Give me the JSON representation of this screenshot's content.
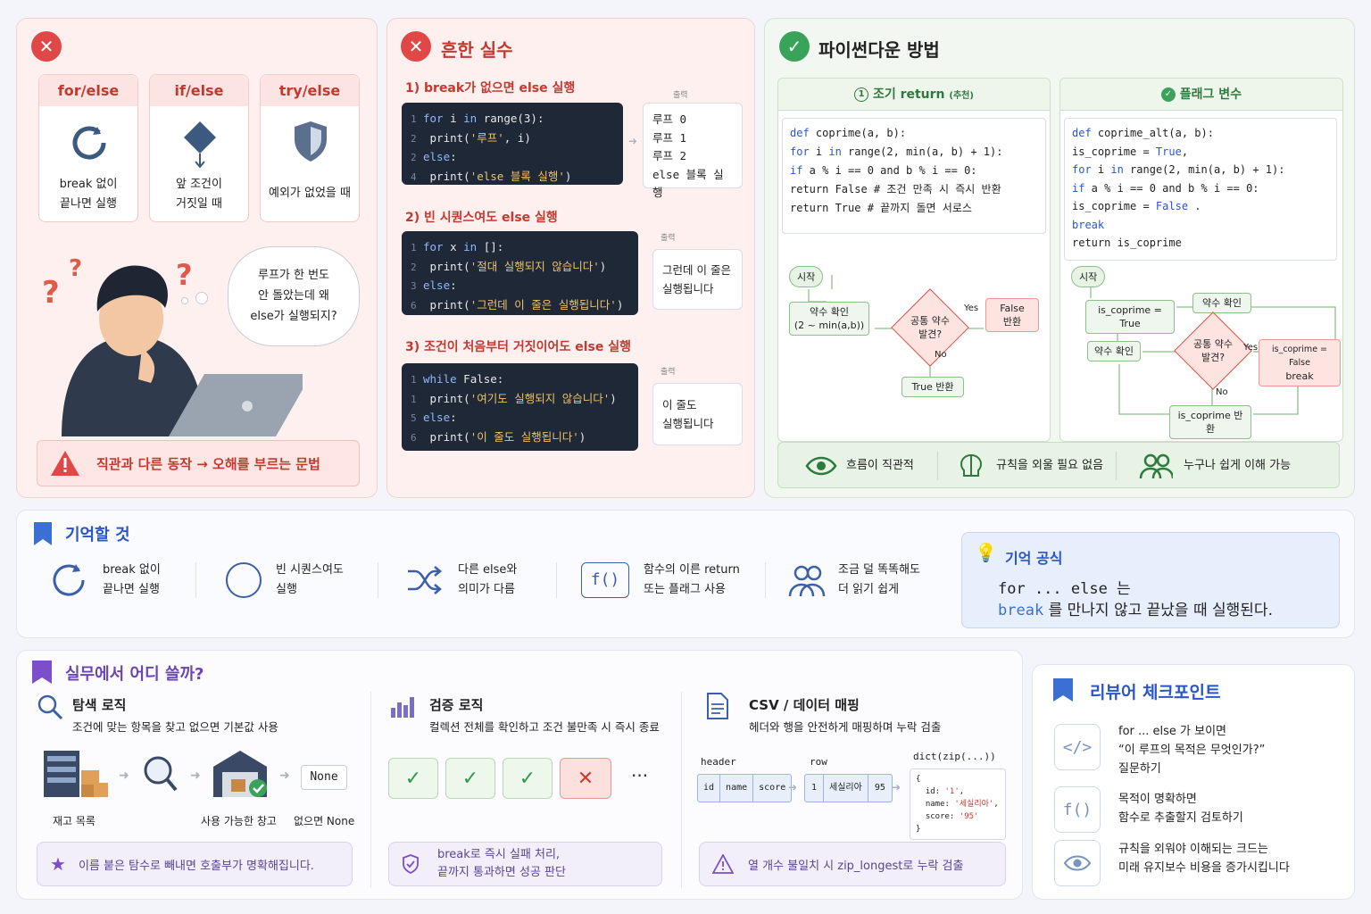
{
  "panel1": {
    "cards": [
      {
        "title": "for/else",
        "line1": "break 없이",
        "line2": "끝나면 실행"
      },
      {
        "title": "if/else",
        "line1": "앞 조건이",
        "line2": "거짓일 때"
      },
      {
        "title": "try/else",
        "line1": "예외가 없었을 때",
        "line2": ""
      }
    ],
    "bubble": [
      "루프가 한 번도",
      "안 돌았는데 왜",
      "else가 실행되지?"
    ],
    "warning": "직관과 다른 동작 → 오해를 부르는 문법"
  },
  "panel2": {
    "title": "흔한 실수",
    "ex1": {
      "heading": "1) break가 없으면 else 실행",
      "output_label": "출력",
      "output": [
        "루프 0",
        "루프 1",
        "루프 2",
        "else 블록 실행"
      ]
    },
    "ex2": {
      "heading": "2) 빈 시퀀스여도 else 실행",
      "output_label": "출력",
      "output": [
        "그런데 이 줄은",
        "실행됩니다"
      ]
    },
    "ex3": {
      "heading": "3) 조건이 처음부터 거짓이어도 else 실행",
      "output_label": "출력",
      "output": [
        "이 줄도",
        "실행됩니다"
      ]
    }
  },
  "panel3": {
    "title": "파이썬다운 방법",
    "left_title": "조기 return",
    "left_tag": "(추천)",
    "right_title": "플래그 변수",
    "left_flow": {
      "start": "시작",
      "check": "약수 확인",
      "range": "(2 ~ min(a,b))",
      "decision": "공통 약수",
      "decision2": "발견?",
      "yes": "Yes",
      "no": "No",
      "false_ret": "False",
      "false_ret2": "반환",
      "true_ret": "True 반환"
    },
    "right_flow": {
      "start": "시작",
      "init": "is_coprime = True",
      "check1": "약수 확인",
      "check2": "약수 확인",
      "decision": "공통 약수",
      "decision2": "발견?",
      "yes": "Yes",
      "no": "No",
      "set": "is_coprime = False",
      "brk": "break",
      "ret": "is_coprime 반환"
    },
    "benefits": [
      "흐름이 직관적",
      "규칙을 외울 필요 없음",
      "누구나 쉽게 이해 가능"
    ]
  },
  "remember": {
    "title": "기억할 것",
    "items": [
      {
        "l1": "break 없이",
        "l2": "끝나면 실행"
      },
      {
        "l1": "빈 시퀀스여도",
        "l2": "실행"
      },
      {
        "l1": "다른 else와",
        "l2": "의미가 다름"
      },
      {
        "l1": "함수의 이른 return",
        "l2": "또는 플래그 사용"
      },
      {
        "l1": "조금 덜 똑똑해도",
        "l2": "더 읽기 쉽게"
      }
    ],
    "formula_title": "기억 공식",
    "formula_line1": "for ... else 는",
    "formula_break": "break",
    "formula_rest": " 를 만나지 않고 끝났을 때 실행된다."
  },
  "practice": {
    "title": "실무에서 어디 쓸까?",
    "sec1": {
      "title": "탐색 로직",
      "desc": "조건에 맞는 항목을 찾고 없으면 기본값 사용",
      "labels": [
        "재고 목록",
        "사용 가능한 창고",
        "없으면 None"
      ],
      "none": "None",
      "note": "이름 붙은 탐수로 빼내면 호출부가 명확해집니다."
    },
    "sec2": {
      "title": "검증 로직",
      "desc": "컬렉션 전체를 확인하고 조건 불만족 시 즉시 종료",
      "note1": "break로 즉시 실패 처리,",
      "note2": "끝까지 통과하면 성공 판단"
    },
    "sec3": {
      "title": "CSV / 데이터 매핑",
      "desc": "헤더와 행을 안전하게 매핑하며 누락 검출",
      "header_lbl": "header",
      "row_lbl": "row",
      "dict_lbl": "dict(zip(...))",
      "header": [
        "id",
        "name",
        "score"
      ],
      "row": [
        "1",
        "세실리아",
        "95"
      ],
      "note": "열 개수 불일치 시 zip_longest로 누락 검출"
    }
  },
  "review": {
    "title": "리뷰어 체크포인트",
    "items": [
      {
        "lines": [
          "for ... else 가 보이면",
          "“이 루프의 목적은 무엇인가?”",
          "질문하기"
        ]
      },
      {
        "lines": [
          "목적이 명확하면",
          "함수로 추출할지 검토하기"
        ]
      },
      {
        "lines": [
          "규칙을 외워야 이해되는 크드는",
          "미래 유지보수 비용을 증가시킵니다"
        ]
      }
    ]
  }
}
